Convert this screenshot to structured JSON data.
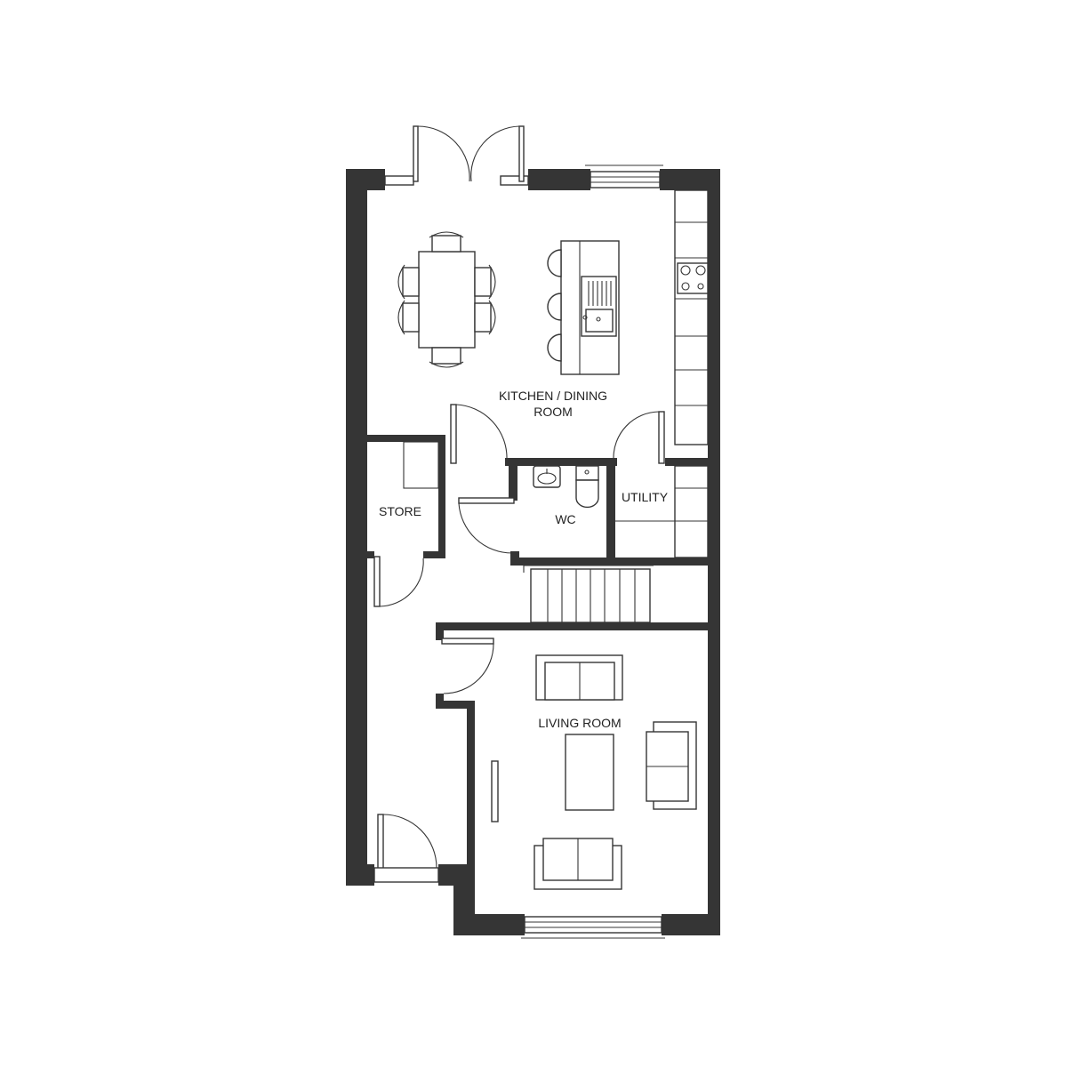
{
  "rooms": {
    "kitchen_dining": {
      "line1": "KITCHEN / DINING",
      "line2": "ROOM"
    },
    "utility": "UTILITY",
    "wc": "WC",
    "store": "STORE",
    "living_room": "LIVING ROOM"
  },
  "colors": {
    "wall": "#353535",
    "background": "#ffffff"
  }
}
